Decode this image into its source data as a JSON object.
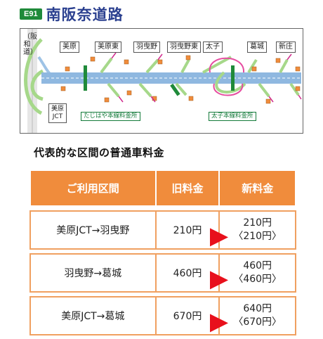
{
  "header": {
    "badge": "E91",
    "title": "南阪奈道路"
  },
  "map": {
    "side_label": "（阪和道）",
    "interchanges": [
      "美原",
      "美原東",
      "羽曳野",
      "羽曳野東",
      "太子",
      "葛城",
      "新庄"
    ],
    "jct_label_line1": "美原",
    "jct_label_line2": "JCT",
    "toll_gates": [
      "たじはや本線料金所",
      "太子本線料金所"
    ]
  },
  "fare_heading": "代表的な区間の普通車料金",
  "table": {
    "headers": [
      "ご利用区間",
      "旧料金",
      "新料金"
    ],
    "rows": [
      {
        "section": "美原JCT→羽曳野",
        "old": "210円",
        "new": "210円",
        "new_sub": "〈210円〉"
      },
      {
        "section": "羽曳野→葛城",
        "old": "460円",
        "new": "460円",
        "new_sub": "〈460円〉"
      },
      {
        "section": "美原JCT→葛城",
        "old": "670円",
        "new": "640円",
        "new_sub": "〈670円〉"
      }
    ]
  },
  "colors": {
    "header_bg": "#f08c3c",
    "arrow": "#e8101c",
    "badge": "#1f8a3a",
    "title": "#2a3f8f",
    "road": "#8fb8e0",
    "ramp": "#a6d88a"
  }
}
